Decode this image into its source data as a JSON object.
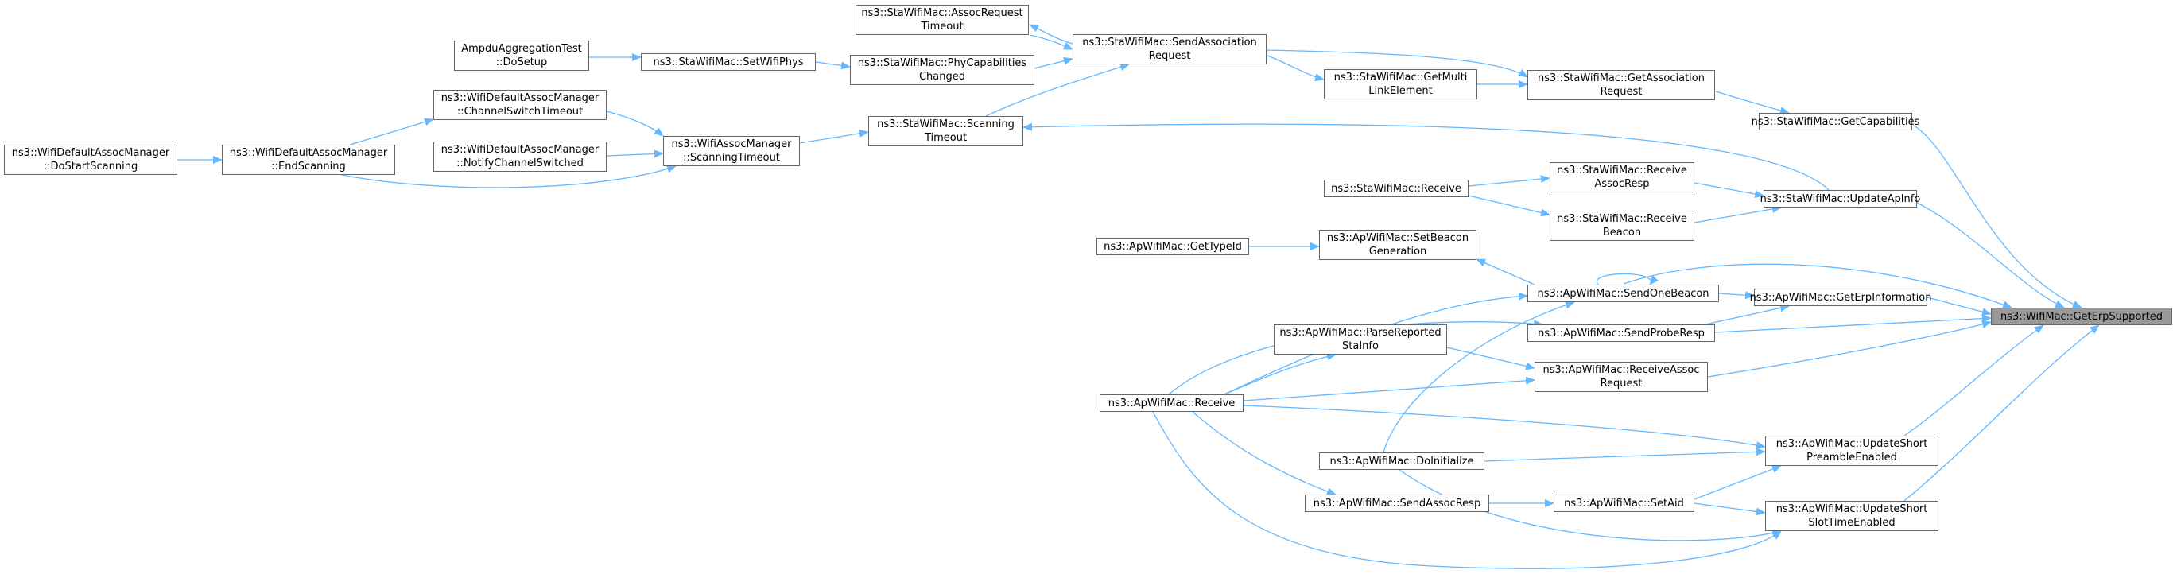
{
  "edge_color": "#63b8ff",
  "node_border_color": "#666666",
  "root_fill_color": "#999999",
  "nodes": {
    "getErpSupported": {
      "lines": [
        "ns3::WifiMac::GetErpSupported"
      ],
      "root": true
    },
    "getCapabilities": {
      "lines": [
        "ns3::StaWifiMac::GetCapabilities"
      ]
    },
    "getAssociationRequest": {
      "lines": [
        "ns3::StaWifiMac::GetAssociation",
        "Request"
      ]
    },
    "sendAssociationRequest": {
      "lines": [
        "ns3::StaWifiMac::SendAssociation",
        "Request"
      ]
    },
    "assocRequestTimeout": {
      "lines": [
        "ns3::StaWifiMac::AssocRequest",
        "Timeout"
      ]
    },
    "phyCapabilitiesChanged": {
      "lines": [
        "ns3::StaWifiMac::PhyCapabilities",
        "Changed"
      ]
    },
    "setWifiPhys": {
      "lines": [
        "ns3::StaWifiMac::SetWifiPhys"
      ]
    },
    "ampduDoSetup": {
      "lines": [
        "AmpduAggregationTest",
        "::DoSetup"
      ]
    },
    "scanningTimeoutSta": {
      "lines": [
        "ns3::StaWifiMac::Scanning",
        "Timeout"
      ]
    },
    "assocMgrScanningTimeout": {
      "lines": [
        "ns3::WifiAssocManager",
        "::ScanningTimeout"
      ]
    },
    "channelSwitchTimeout": {
      "lines": [
        "ns3::WifiDefaultAssocManager",
        "::ChannelSwitchTimeout"
      ]
    },
    "notifyChannelSwitched": {
      "lines": [
        "ns3::WifiDefaultAssocManager",
        "::NotifyChannelSwitched"
      ]
    },
    "endScanning": {
      "lines": [
        "ns3::WifiDefaultAssocManager",
        "::EndScanning"
      ]
    },
    "doStartScanning": {
      "lines": [
        "ns3::WifiDefaultAssocManager",
        "::DoStartScanning"
      ]
    },
    "getMultiLinkElement": {
      "lines": [
        "ns3::StaWifiMac::GetMulti",
        "LinkElement"
      ]
    },
    "updateApInfo": {
      "lines": [
        "ns3::StaWifiMac::UpdateApInfo"
      ]
    },
    "receiveAssocResp": {
      "lines": [
        "ns3::StaWifiMac::Receive",
        "AssocResp"
      ]
    },
    "receiveBeacon": {
      "lines": [
        "ns3::StaWifiMac::Receive",
        "Beacon"
      ]
    },
    "staReceive": {
      "lines": [
        "ns3::StaWifiMac::Receive"
      ]
    },
    "getErpInformation": {
      "lines": [
        "ns3::ApWifiMac::GetErpInformation"
      ]
    },
    "sendOneBeacon": {
      "lines": [
        "ns3::ApWifiMac::SendOneBeacon"
      ]
    },
    "setBeaconGeneration": {
      "lines": [
        "ns3::ApWifiMac::SetBeacon",
        "Generation"
      ]
    },
    "getTypeId": {
      "lines": [
        "ns3::ApWifiMac::GetTypeId"
      ]
    },
    "sendProbeResp": {
      "lines": [
        "ns3::ApWifiMac::SendProbeResp"
      ]
    },
    "receiveAssocRequest": {
      "lines": [
        "ns3::ApWifiMac::ReceiveAssoc",
        "Request"
      ]
    },
    "parseReportedStaInfo": {
      "lines": [
        "ns3::ApWifiMac::ParseReported",
        "StaInfo"
      ]
    },
    "apReceive": {
      "lines": [
        "ns3::ApWifiMac::Receive"
      ]
    },
    "updateShortPreambleEnabled": {
      "lines": [
        "ns3::ApWifiMac::UpdateShort",
        "PreambleEnabled"
      ]
    },
    "updateShortSlotTimeEnabled": {
      "lines": [
        "ns3::ApWifiMac::UpdateShort",
        "SlotTimeEnabled"
      ]
    },
    "doInitialize": {
      "lines": [
        "ns3::ApWifiMac::DoInitialize"
      ]
    },
    "setAid": {
      "lines": [
        "ns3::ApWifiMac::SetAid"
      ]
    },
    "sendAssocResp": {
      "lines": [
        "ns3::ApWifiMac::SendAssocResp"
      ]
    }
  }
}
